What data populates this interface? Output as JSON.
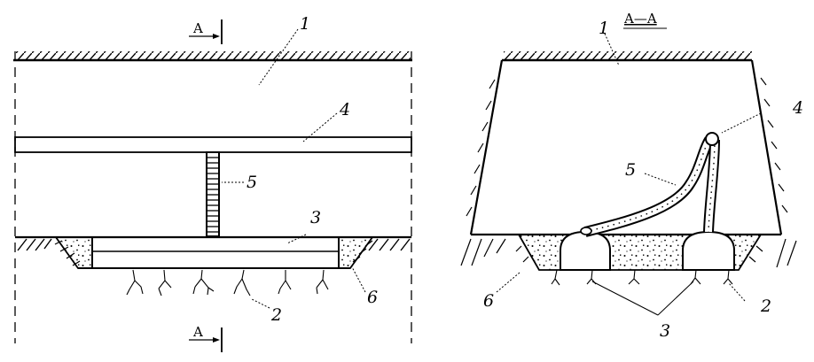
{
  "left_view": {
    "section_mark_top": "A",
    "section_mark_bottom": "A",
    "labels": {
      "l1": "1",
      "l2": "2",
      "l3": "3",
      "l4": "4",
      "l5": "5",
      "l6": "6"
    }
  },
  "right_view": {
    "section_title": "A—A",
    "labels": {
      "l1": "1",
      "l2": "2",
      "l3": "3",
      "l4": "4",
      "l5": "5",
      "l6": "6"
    }
  }
}
